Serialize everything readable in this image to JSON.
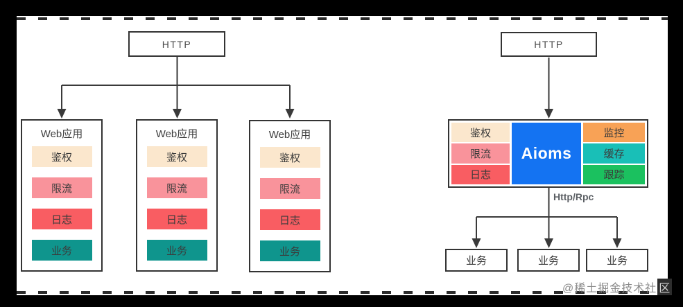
{
  "colors": {
    "auth": "#FBE7CD",
    "rate_limit": "#F9939B",
    "log": "#F95D62",
    "business": "#0F958D",
    "aioms": "#1473F2",
    "monitor": "#F8A256",
    "cache": "#19BFB7",
    "trace": "#1BC15F"
  },
  "left_diagram": {
    "http_label": "HTTP",
    "apps": [
      {
        "title": "Web应用",
        "items": [
          {
            "label": "鉴权",
            "color": "#FBE7CD"
          },
          {
            "label": "限流",
            "color": "#F9939B"
          },
          {
            "label": "日志",
            "color": "#F95D62"
          },
          {
            "label": "业务",
            "color": "#0F958D"
          }
        ]
      },
      {
        "title": "Web应用",
        "items": [
          {
            "label": "鉴权",
            "color": "#FBE7CD"
          },
          {
            "label": "限流",
            "color": "#F9939B"
          },
          {
            "label": "日志",
            "color": "#F95D62"
          },
          {
            "label": "业务",
            "color": "#0F958D"
          }
        ]
      },
      {
        "title": "Web应用",
        "items": [
          {
            "label": "鉴权",
            "color": "#FBE7CD"
          },
          {
            "label": "限流",
            "color": "#F9939B"
          },
          {
            "label": "日志",
            "color": "#F95D62"
          },
          {
            "label": "业务",
            "color": "#0F958D"
          }
        ]
      }
    ]
  },
  "right_diagram": {
    "http_label": "HTTP",
    "gateway": {
      "left_items": [
        {
          "label": "鉴权",
          "color": "#FBE7CD"
        },
        {
          "label": "限流",
          "color": "#F9939B"
        },
        {
          "label": "日志",
          "color": "#F95D62"
        }
      ],
      "center_label": "Aioms",
      "center_color": "#1473F2",
      "right_items": [
        {
          "label": "监控",
          "color": "#F8A256"
        },
        {
          "label": "缓存",
          "color": "#19BFB7"
        },
        {
          "label": "跟踪",
          "color": "#1BC15F"
        }
      ]
    },
    "protocol_label": "Http/Rpc",
    "services": [
      {
        "label": "业务"
      },
      {
        "label": "业务"
      },
      {
        "label": "业务"
      }
    ]
  },
  "watermark": {
    "text_main": "@稀土掘金技术社",
    "text_last": "区"
  }
}
